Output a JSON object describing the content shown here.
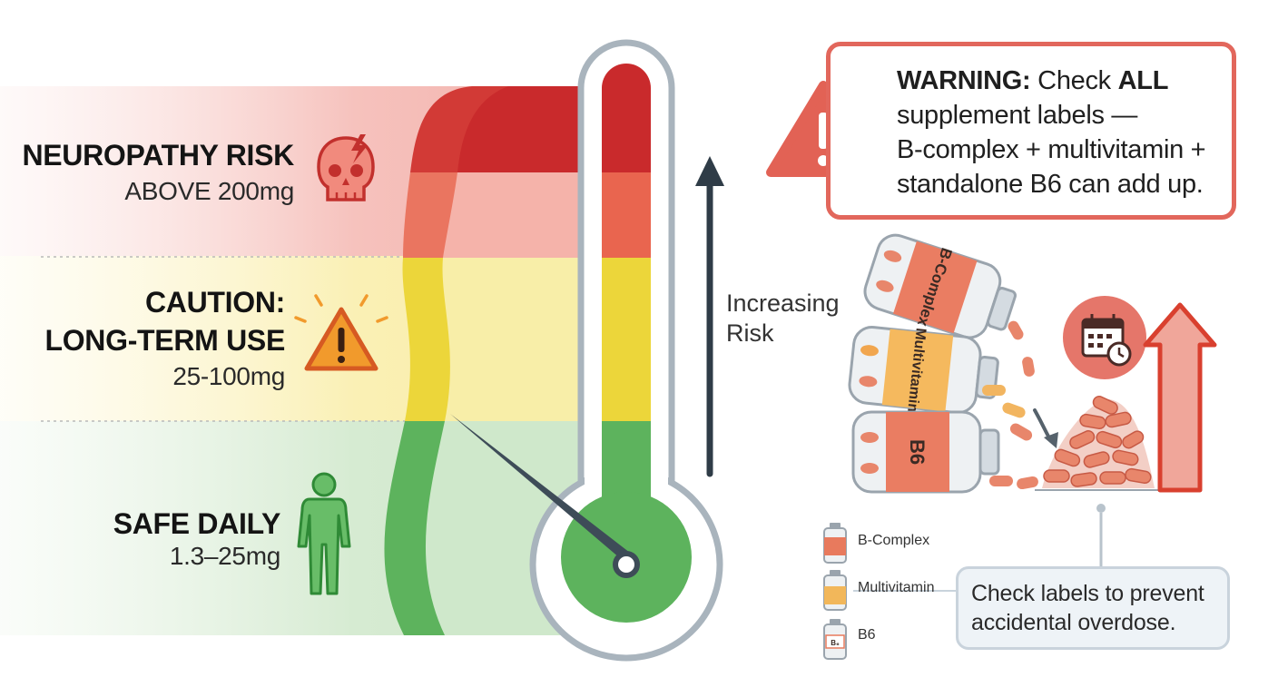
{
  "zones": {
    "danger": {
      "title": "NEUROPATHY RISK",
      "range": "ABOVE 200mg",
      "icon": "skull-icon"
    },
    "caution": {
      "title_line1": "CAUTION:",
      "title_line2": "LONG-TERM USE",
      "range": "25-100mg",
      "icon": "warning-triangle-icon"
    },
    "safe": {
      "title": "SAFE DAILY",
      "range": "1.3–25mg",
      "icon": "human-figure-icon"
    }
  },
  "risk_arrow": {
    "line1": "Increasing",
    "line2": "Risk"
  },
  "warning": {
    "label": "WARNING:",
    "line1_rest": " Check ",
    "line1_bold": "ALL",
    "line2": "supplement labels —",
    "line3": "B-complex + multivitamin +",
    "line4": "standalone B6 can add up."
  },
  "bottles": [
    "B-Complex",
    "Multivitamin",
    "B6"
  ],
  "legend": [
    {
      "label": "B-Complex",
      "color": "#e87a5d"
    },
    {
      "label": "Multivitamin",
      "color": "#f2b75a"
    },
    {
      "label": "B6",
      "color": "#ffffff",
      "mark": "B₆"
    }
  ],
  "callout": {
    "line1": "Check labels to prevent",
    "line2": "accidental overdose."
  },
  "colors": {
    "red": "#cf2f2e",
    "coral": "#ea6f5a",
    "yellow": "#f0dc3a",
    "green": "#59b15a",
    "warning_border": "#e2675c"
  }
}
